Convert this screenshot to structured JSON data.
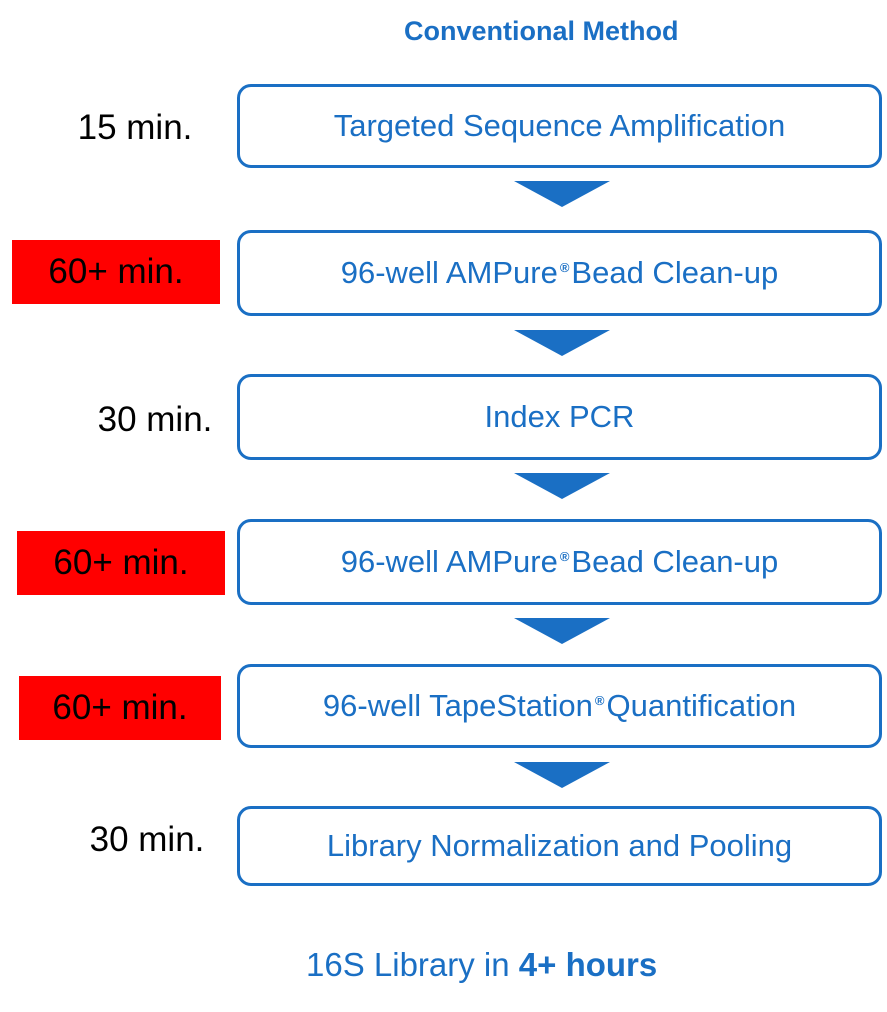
{
  "title": "Conventional Method",
  "steps": [
    {
      "time": "15 min.",
      "label": "Targeted Sequence Amplification",
      "trademark": "",
      "label_rest": "",
      "highlight": false
    },
    {
      "time": "60+ min.",
      "label": "96-well AMPure",
      "trademark": "®",
      "label_rest": " Bead Clean-up",
      "highlight": true
    },
    {
      "time": "30 min.",
      "label": "Index PCR",
      "trademark": "",
      "label_rest": "",
      "highlight": false
    },
    {
      "time": "60+ min.",
      "label": "96-well AMPure",
      "trademark": "®",
      "label_rest": " Bead Clean-up",
      "highlight": true
    },
    {
      "time": "60+ min.",
      "label": "96-well TapeStation",
      "trademark": "®",
      "label_rest": " Quantification",
      "highlight": true
    },
    {
      "time": "30 min.",
      "label": "Library Normalization and Pooling",
      "trademark": "",
      "label_rest": "",
      "highlight": false
    }
  ],
  "summary": {
    "prefix": "16S Library in ",
    "emphasis": "4+ hours"
  },
  "colors": {
    "accent": "#1a6fc4",
    "highlight": "#ff0000"
  }
}
